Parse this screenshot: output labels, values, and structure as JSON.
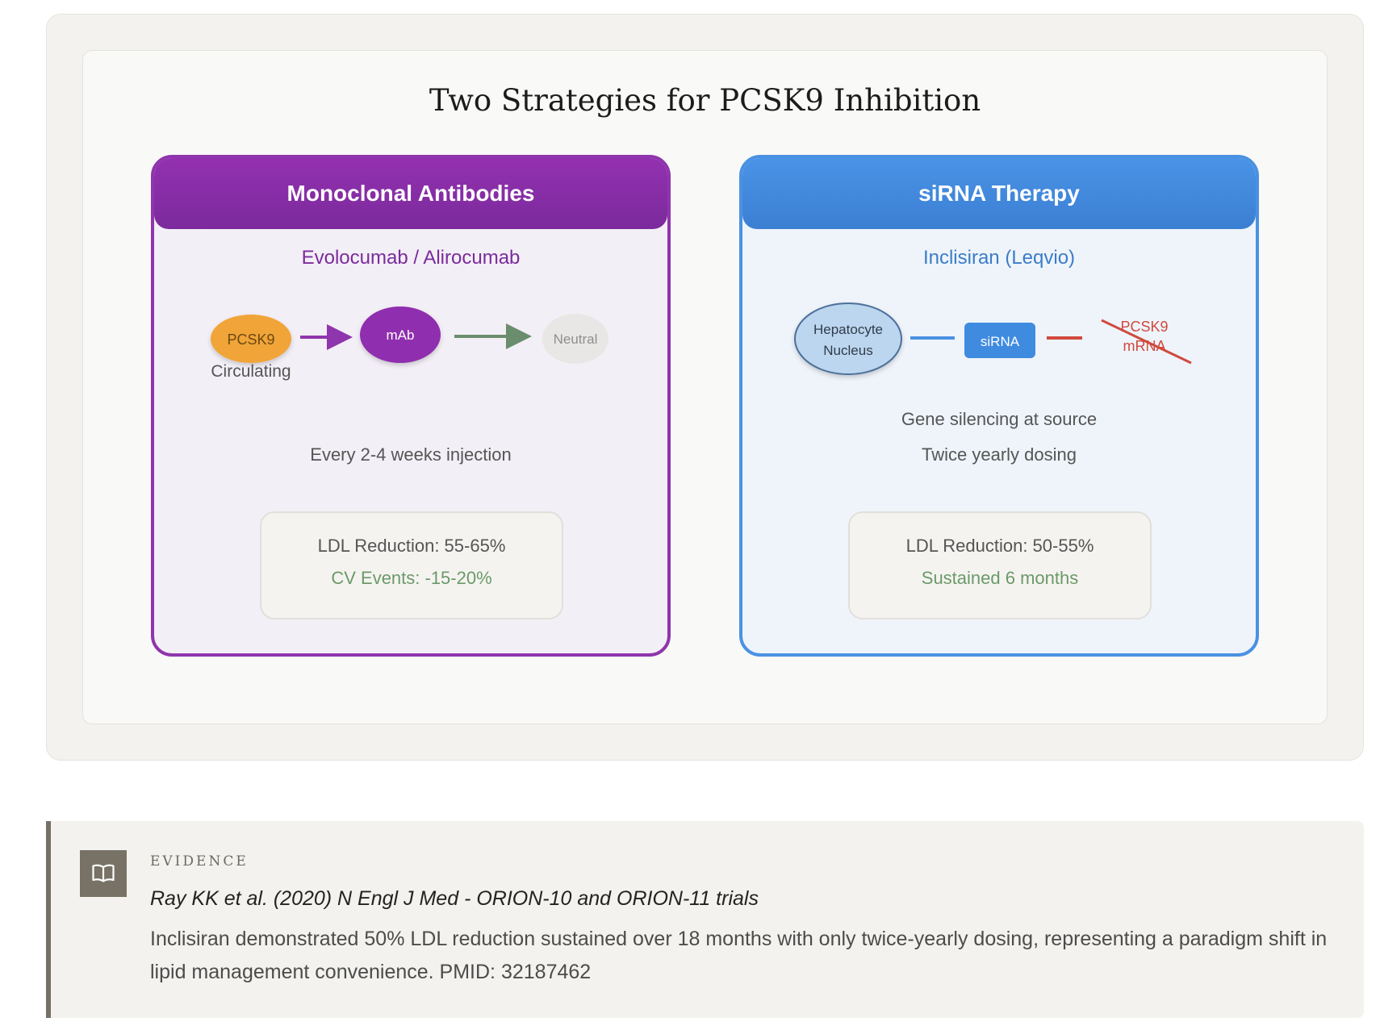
{
  "figure": {
    "title": "Two Strategies for PCSK9 Inhibition"
  },
  "left_panel": {
    "header": "Monoclonal Antibodies",
    "subtitle": "Evolocumab / Alirocumab",
    "diagram": {
      "pcsk9": "PCSK9",
      "circulating": "Circulating",
      "mab": "mAb",
      "neutral": "Neutral"
    },
    "dosing": "Every 2-4 weeks injection",
    "stat_main": "LDL Reduction: 55-65%",
    "stat_secondary": "CV Events: -15-20%"
  },
  "right_panel": {
    "header": "siRNA Therapy",
    "subtitle": "Inclisiran (Leqvio)",
    "diagram": {
      "nucleus_line1": "Hepatocyte",
      "nucleus_line2": "Nucleus",
      "sirna": "siRNA",
      "mrna_line1": "PCSK9",
      "mrna_line2": "mRNA"
    },
    "mechanism": "Gene silencing at source",
    "dosing": "Twice yearly dosing",
    "stat_main": "LDL Reduction: 50-55%",
    "stat_secondary": "Sustained 6 months"
  },
  "evidence": {
    "icon": "book-icon",
    "label": "EVIDENCE",
    "citation": "Ray KK et al. (2020) N Engl J Med - ORION-10 and ORION-11 trials",
    "body": "Inclisiran demonstrated 50% LDL reduction sustained over 18 months with only twice-yearly dosing, representing a paradigm shift in lipid management convenience. PMID: 32187462"
  },
  "colors": {
    "purple": "#8f35ad",
    "blue": "#4a91e2",
    "orange": "#f1a437",
    "green": "#6a9a69",
    "red": "#d04a3e"
  }
}
